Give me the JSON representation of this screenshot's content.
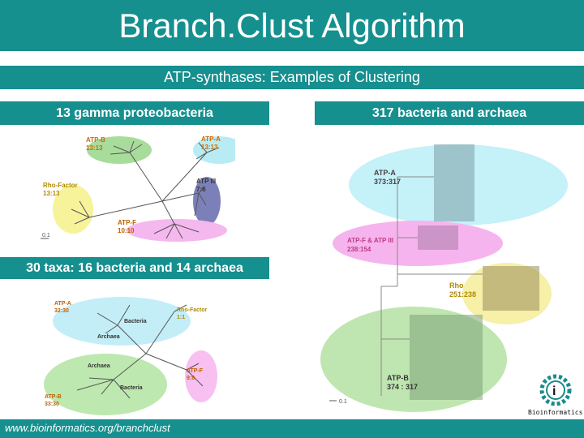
{
  "slide": {
    "title": "Branch.Clust Algorithm",
    "subtitle": "ATP-synthases: Examples of Clustering",
    "panels": {
      "gamma": {
        "label": "13 gamma proteobacteria"
      },
      "taxa30": {
        "label": "30 taxa: 16 bacteria and 14 archaea"
      },
      "big": {
        "label": "317 bacteria and archaea"
      }
    },
    "footer_url": "www.bioinformatics.org/branchclust",
    "logo_text": "Bioinformatics.Org"
  },
  "tree1": {
    "clusters": [
      {
        "name": "ATP-B",
        "count": "13:13",
        "color": "#7cc87a"
      },
      {
        "name": "ATP-A",
        "count": "13:13",
        "color": "#4fb8d8"
      },
      {
        "name": "ATP III",
        "count": "7:6",
        "color": "#5a5f9a"
      },
      {
        "name": "Rho-Factor",
        "count": "13:13",
        "color": "#c8a820"
      },
      {
        "name": "ATP-F",
        "count": "10:10",
        "color": "#e040c0"
      }
    ],
    "scale": "0.1"
  },
  "tree2": {
    "clusters": [
      {
        "name": "ATP-A",
        "count": "32:30"
      },
      {
        "name": "Rho-Factor",
        "count": "1:1"
      },
      {
        "name": "ATP-F",
        "count": "9:8"
      },
      {
        "name": "ATP-B",
        "count": "33:30"
      }
    ],
    "groups": [
      "Bacteria",
      "Archaea",
      "Archaea",
      "Bacteria"
    ]
  },
  "tree3": {
    "clusters": [
      {
        "name": "ATP-A",
        "count": "373:317"
      },
      {
        "name": "ATP-F & ATP III",
        "count": "238:154"
      },
      {
        "name": "Rho",
        "count": "251:238"
      },
      {
        "name": "ATP-B",
        "count": "374 : 317"
      }
    ],
    "scale": "0.1"
  }
}
